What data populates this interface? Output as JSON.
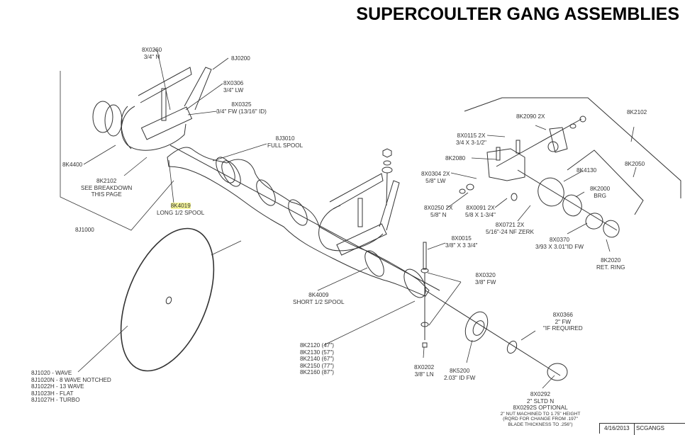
{
  "title": "SUPERCOULTER GANG ASSEMBLIES",
  "highlight_color": "#f5f59a",
  "callouts": {
    "c8X0260": [
      "8X0260",
      "3/4\" N"
    ],
    "c8J0200": [
      "8J0200"
    ],
    "c8X0306": [
      "8X0306",
      "3/4\" LW"
    ],
    "c8X0325": [
      "8X0325",
      "3/4\" FW (13/16\" ID)"
    ],
    "c8J3010": [
      "8J3010",
      "FULL SPOOL"
    ],
    "c8K4400": [
      "8K4400"
    ],
    "c8K2102a": [
      "8K2102",
      "SEE BREAKDOWN",
      "THIS PAGE"
    ],
    "c8K4019": [
      "8K4019",
      "LONG 1/2 SPOOL"
    ],
    "c8J1000": [
      "8J1000"
    ],
    "c8K4009": [
      "8K4009",
      "SHORT 1/2 SPOOL"
    ],
    "c8X0015": [
      "8X0015",
      "3/8\" X 3 3/4\""
    ],
    "c8X0320": [
      "8X0320",
      "3/8\" FW"
    ],
    "c8K2102b": [
      "8K2102"
    ],
    "c8K2090": [
      "8K2090 2X"
    ],
    "c8X0115": [
      "8X0115 2X",
      "3/4 X 3-1/2\""
    ],
    "c8K2080": [
      "8K2080"
    ],
    "c8X0304": [
      "8X0304 2X",
      "5/8\" LW"
    ],
    "c8K4130": [
      "8K4130"
    ],
    "c8K2050": [
      "8K2050"
    ],
    "c8K2000": [
      "8K2000",
      "BRG"
    ],
    "c8X0250": [
      "8X0250 2X",
      "5/8\" N"
    ],
    "c8X0091": [
      "8X0091 2X",
      "5/8 X 1-3/4\""
    ],
    "c8X0721": [
      "8X0721 2X",
      "5/16\"-24 NF ZERK"
    ],
    "c8X0370": [
      "8X0370",
      "3/93 X 3.01\"ID FW"
    ],
    "c8K2020": [
      "8K2020",
      "RET. RING"
    ],
    "c8X0366": [
      "8X0366",
      "2\" FW",
      "\"IF REQUIRED"
    ],
    "c8K5200": [
      "8K5200",
      "2.03\" ID FW"
    ],
    "c8X0202": [
      "8X0202",
      "3/8\" LN"
    ],
    "c8X0292": [
      "8X0292",
      "2\" SLTD N",
      "8X0292S OPTIONAL"
    ],
    "c8X0292note": [
      "2\" NUT MACHINED TO 1.75\" HEIGHT",
      "(RQRD FOR CHANGE FROM .197\"",
      "BLADE THICKNESS TO .256\")"
    ]
  },
  "shaft_lengths": [
    "8K2120 (47\")",
    "8K2130 (57\")",
    "8K2140 (67\")",
    "8K2150 (77\")",
    "8K2160 (87\")"
  ],
  "blades": [
    "8J1020 - WAVE",
    "8J1020N - 8 WAVE NOTCHED",
    "8J1022H - 13 WAVE",
    "8J1023H - FLAT",
    "8J1027H - TURBO"
  ],
  "title_block": {
    "date": "4/16/2013",
    "code": "SCGANGS"
  }
}
